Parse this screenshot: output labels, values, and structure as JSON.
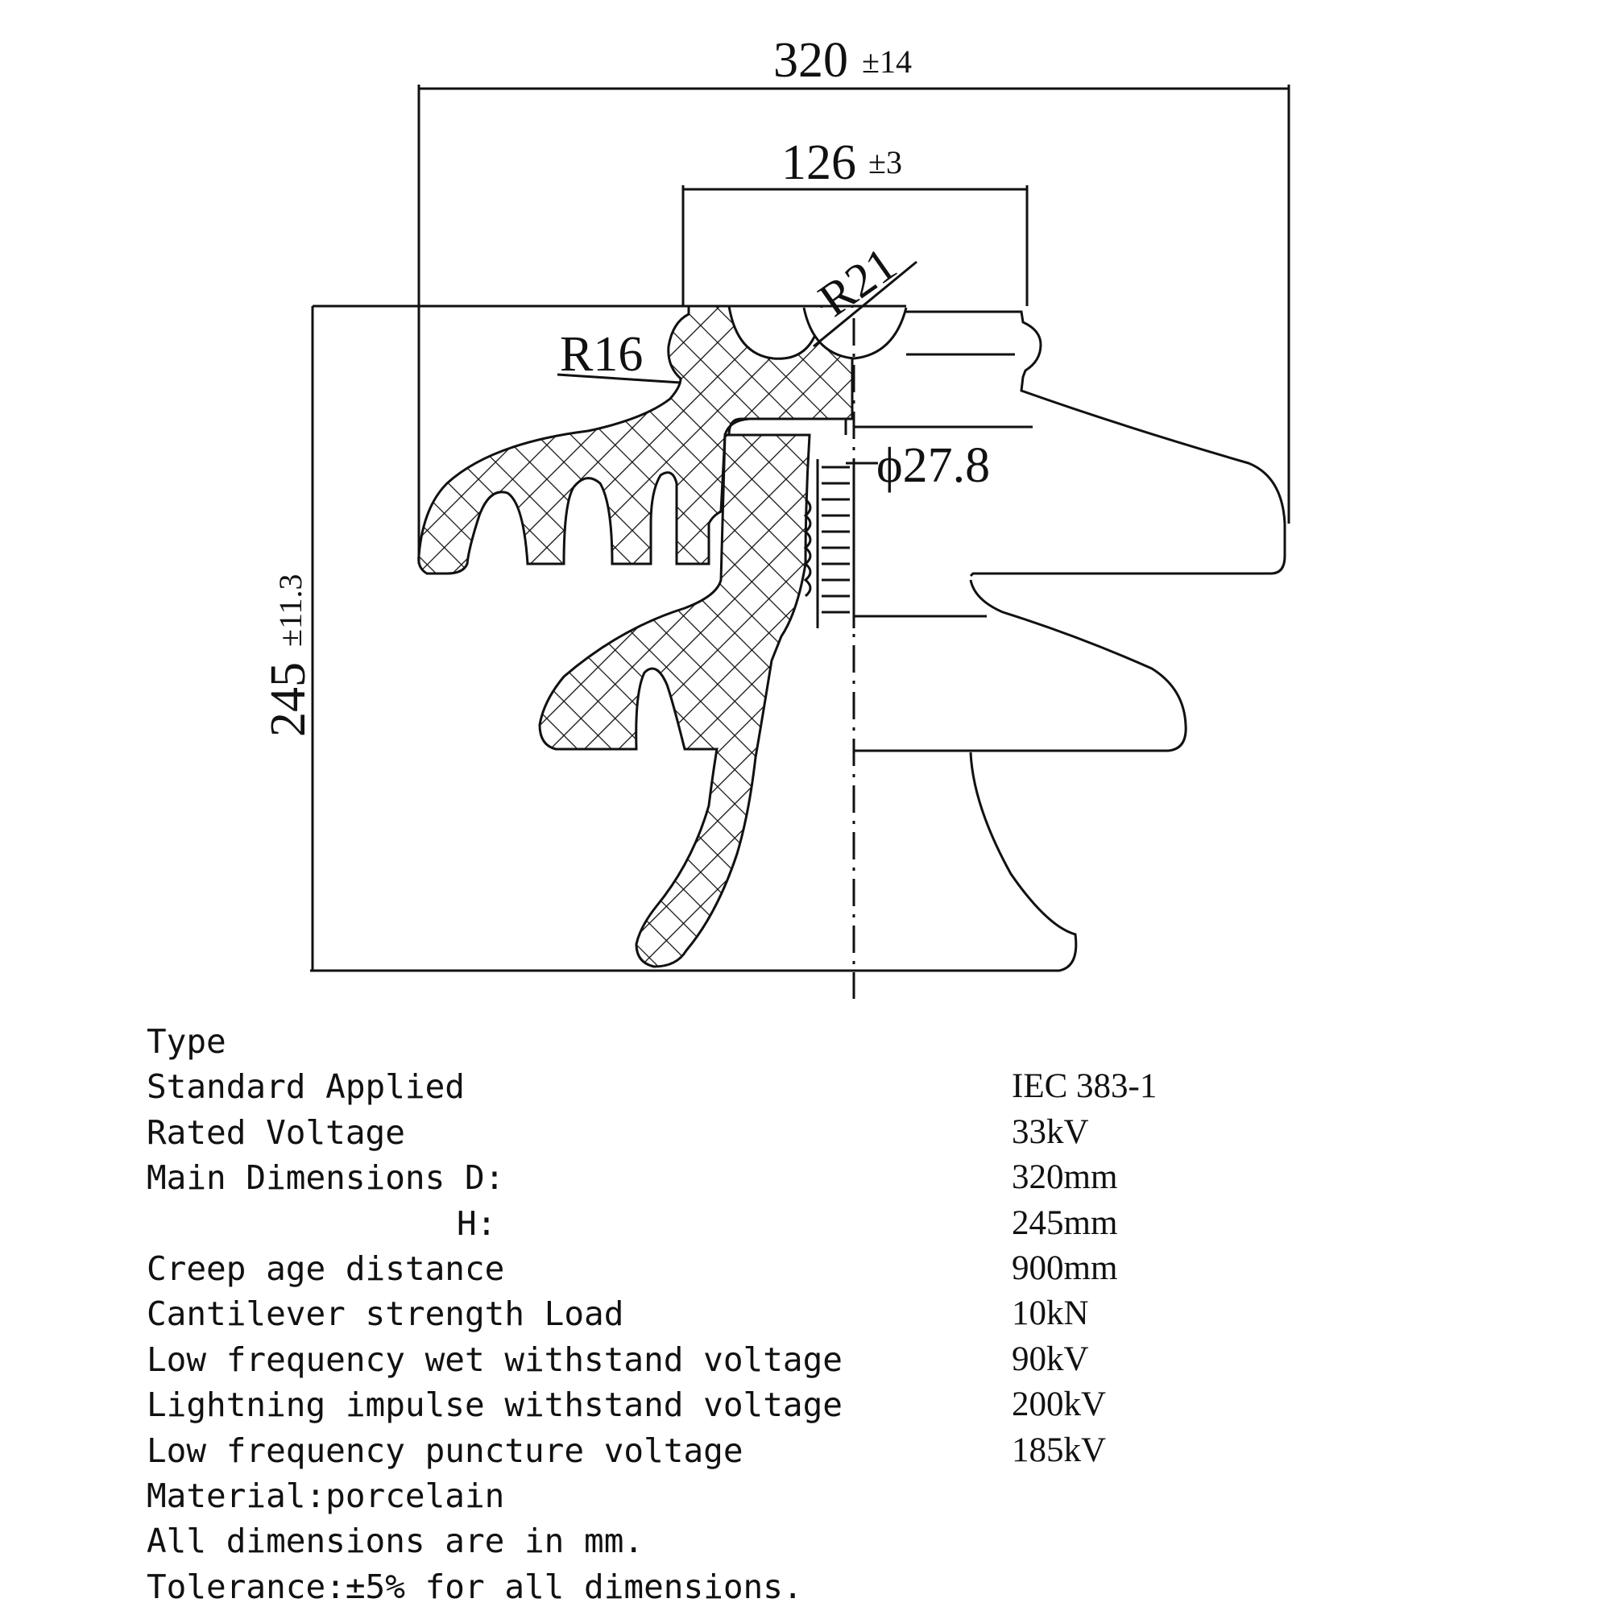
{
  "drawing": {
    "dim_width": "320",
    "dim_width_tol": "±14",
    "dim_cap": "126",
    "dim_cap_tol": "±3",
    "dim_groove_radius": "R21",
    "dim_neck_radius": "R16",
    "dim_pin_diameter": "ϕ27.8",
    "dim_height": "245",
    "dim_height_tol": "±11.3"
  },
  "specs": {
    "type_label": "Type",
    "type_value": "",
    "rows": [
      {
        "label": "Standard Applied",
        "value": "IEC 383-1"
      },
      {
        "label": "Rated Voltage",
        "value": "33kV"
      },
      {
        "label": "Main Dimensions D:",
        "value": "320mm"
      },
      {
        "label": "H:",
        "value": "245mm"
      },
      {
        "label": "Creep age distance",
        "value": "900mm"
      },
      {
        "label": "Cantilever strength Load",
        "value": "10kN"
      },
      {
        "label": "Low frequency wet withstand voltage",
        "value": "90kV"
      },
      {
        "label": "Lightning impulse withstand voltage",
        "value": "200kV"
      },
      {
        "label": "Low frequency puncture voltage",
        "value": "185kV"
      }
    ],
    "notes": [
      "Material:porcelain",
      "All dimensions are in mm.",
      "Tolerance:±5% for all dimensions."
    ]
  }
}
